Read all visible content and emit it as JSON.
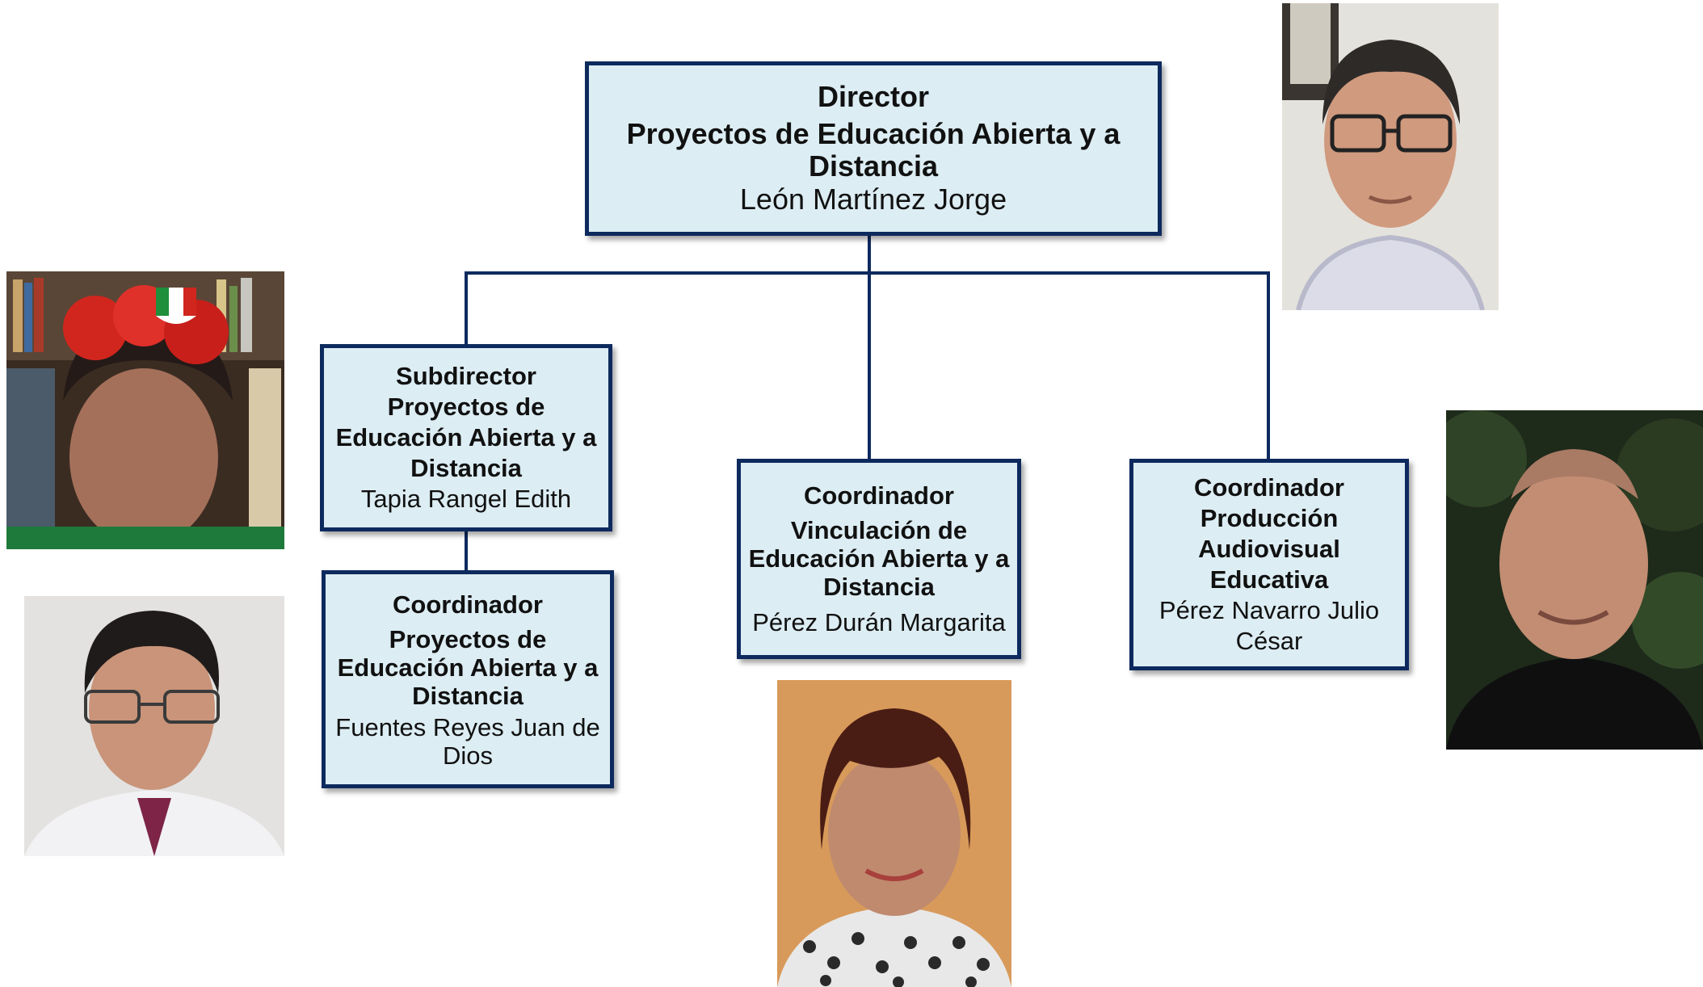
{
  "colors": {
    "box_fill": "#dcedf3",
    "box_border": "#0d2a5e",
    "connector": "#0d2a5e"
  },
  "org": {
    "director": {
      "role": "Director",
      "area": "Proyectos de Educación Abierta y a Distancia",
      "person": "León Martínez Jorge"
    },
    "subdirector": {
      "role": "Subdirector",
      "area": "Proyectos de Educación Abierta y a Distancia",
      "person": "Tapia Rangel Edith"
    },
    "coord_proyectos": {
      "role": "Coordinador",
      "area": "Proyectos de Educación Abierta y a Distancia",
      "person": "Fuentes Reyes Juan de Dios"
    },
    "coord_vinculacion": {
      "role": "Coordinador",
      "area": "Vinculación de Educación Abierta y a Distancia",
      "person": "Pérez Durán Margarita"
    },
    "coord_produccion": {
      "role": "Coordinador",
      "area": "Producción Audiovisual Educativa",
      "person": "Pérez Navarro Julio César"
    }
  },
  "photos": [
    {
      "name": "director-photo",
      "depicts": "man-glasses"
    },
    {
      "name": "subdirector-photo",
      "depicts": "woman-flower-crown"
    },
    {
      "name": "coord-proyectos-photo",
      "depicts": "man-glasses-tie"
    },
    {
      "name": "coord-vinculacion-photo",
      "depicts": "woman-portrait"
    },
    {
      "name": "coord-produccion-photo",
      "depicts": "man-dark-shirt"
    }
  ]
}
